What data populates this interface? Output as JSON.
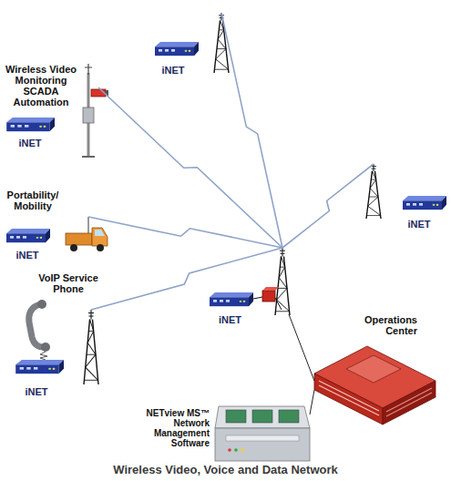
{
  "diagram": {
    "title": "Wireless Video, Voice and Data Network",
    "nodes": [
      {
        "text": [
          "iNET"
        ]
      },
      {
        "text": [
          "iNET"
        ]
      },
      {
        "text": [
          "iNET"
        ]
      },
      {
        "text": [
          "iNET"
        ]
      },
      {
        "text": [
          "iNET"
        ]
      },
      {
        "text": [
          "iNET"
        ]
      },
      {
        "text": [
          "Operations Center"
        ]
      },
      {
        "text": [
          "NETview MS™ Network Management Software"
        ]
      }
    ],
    "edges": [
      {
        "from": 4,
        "to": 0,
        "arrow": "none"
      },
      {
        "from": 4,
        "to": 1,
        "arrow": "none"
      },
      {
        "from": 4,
        "to": 2,
        "arrow": "none"
      },
      {
        "from": 4,
        "to": 3,
        "arrow": "none"
      },
      {
        "from": 4,
        "to": 5,
        "arrow": "none"
      },
      {
        "from": 4,
        "to": 6,
        "arrow": "none"
      },
      {
        "from": 6,
        "to": 7,
        "arrow": "none"
      }
    ],
    "labels": [
      "Wireless Video Monitoring SCADA Automation",
      "Portability/ Mobility",
      "VoIP Service Phone"
    ]
  }
}
